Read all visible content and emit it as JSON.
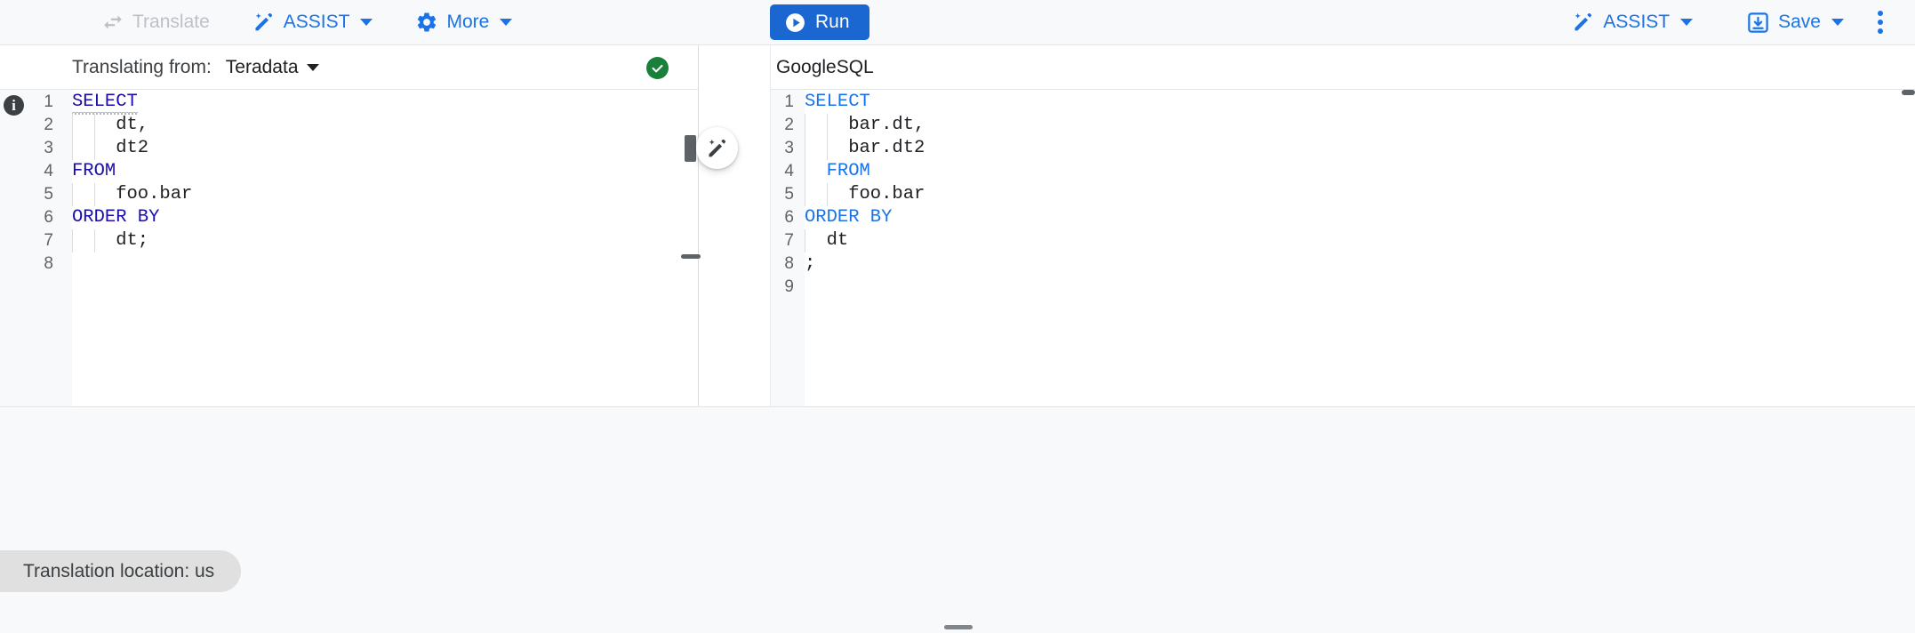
{
  "toolbar": {
    "translate_label": "Translate",
    "translate_icon": "swap-horizontal-icon",
    "assist_left_label": "ASSIST",
    "assist_left_icon": "magic-pen-icon",
    "more_label": "More",
    "more_icon": "gear-icon",
    "run_label": "Run",
    "run_icon": "play-circle-icon",
    "assist_right_label": "ASSIST",
    "assist_right_icon": "magic-pen-icon",
    "save_label": "Save",
    "save_icon": "save-download-icon",
    "overflow_icon": "kebab-menu-icon",
    "accent_color": "#1a73e8",
    "run_button_color": "#1a67d2",
    "disabled_color": "#bdc1c6"
  },
  "source_pane": {
    "label": "Translating from:",
    "dialect": "Teradata",
    "status_icon": "check-circle-icon",
    "status_color": "#188038",
    "lines": [
      {
        "n": "1",
        "text": "SELECT",
        "kw": true,
        "squiggle": true
      },
      {
        "n": "2",
        "text": "    dt,",
        "kw": false,
        "squiggle": false
      },
      {
        "n": "3",
        "text": "    dt2",
        "kw": false,
        "squiggle": false
      },
      {
        "n": "4",
        "text": "FROM",
        "kw": true,
        "squiggle": false
      },
      {
        "n": "5",
        "text": "    foo.bar",
        "kw": false,
        "squiggle": false
      },
      {
        "n": "6",
        "text": "ORDER BY",
        "kw": true,
        "squiggle": false
      },
      {
        "n": "7",
        "text": "    dt;",
        "kw": false,
        "squiggle": false
      },
      {
        "n": "8",
        "text": "",
        "kw": false,
        "squiggle": false
      }
    ],
    "keyword_color": "#1a0dab"
  },
  "target_pane": {
    "dialect": "GoogleSQL",
    "lines": [
      {
        "n": "1",
        "text": "SELECT",
        "kw": true
      },
      {
        "n": "2",
        "text": "    bar.dt,",
        "kw": false
      },
      {
        "n": "3",
        "text": "    bar.dt2",
        "kw": false
      },
      {
        "n": "4",
        "text": "  FROM",
        "kw": true
      },
      {
        "n": "5",
        "text": "    foo.bar",
        "kw": false
      },
      {
        "n": "6",
        "text": "ORDER BY",
        "kw": true
      },
      {
        "n": "7",
        "text": "  dt",
        "kw": false
      },
      {
        "n": "8",
        "text": ";",
        "kw": false
      },
      {
        "n": "9",
        "text": "",
        "kw": false
      }
    ],
    "keyword_color": "#1a73e8"
  },
  "magic_edit_icon": "magic-pen-icon",
  "status_bar": {
    "translation_location": "Translation location: us"
  }
}
